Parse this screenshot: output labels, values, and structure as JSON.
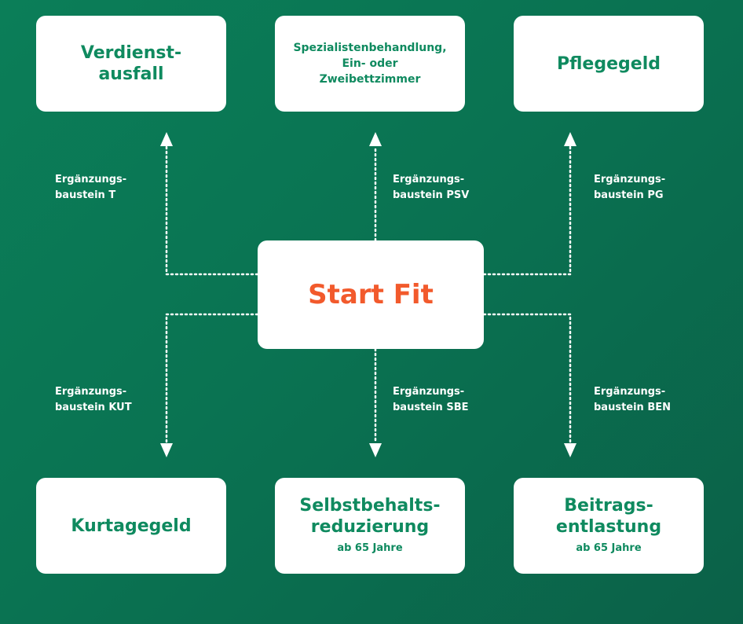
{
  "center": {
    "label": "Start Fit"
  },
  "top_boxes": [
    {
      "title_lines": [
        "Verdienst-",
        "ausfall"
      ],
      "subtitle": ""
    },
    {
      "title_lines": [
        "Spezialistenbehandlung,",
        "Ein- oder",
        "Zweibettzimmer"
      ],
      "subtitle": ""
    },
    {
      "title_lines": [
        "Pflegegeld"
      ],
      "subtitle": ""
    }
  ],
  "bottom_boxes": [
    {
      "title_lines": [
        "Kurtagegeld"
      ],
      "subtitle": ""
    },
    {
      "title_lines": [
        "Selbstbehalts-",
        "reduzierung"
      ],
      "subtitle": "ab 65 Jahre"
    },
    {
      "title_lines": [
        "Beitrags-",
        "entlastung"
      ],
      "subtitle": "ab 65 Jahre"
    }
  ],
  "connector_labels": {
    "top": [
      [
        "Ergänzungs-",
        "baustein T"
      ],
      [
        "Ergänzungs-",
        "baustein PSV"
      ],
      [
        "Ergänzungs-",
        "baustein PG"
      ]
    ],
    "bottom": [
      [
        "Ergänzungs-",
        "baustein KUT"
      ],
      [
        "Ergänzungs-",
        "baustein SBE"
      ],
      [
        "Ergänzungs-",
        "baustein BEN"
      ]
    ]
  },
  "colors": {
    "background": "#0b7a55",
    "box_text": "#0f8a5f",
    "center_text": "#f25a2c",
    "connector": "#ffffff"
  }
}
